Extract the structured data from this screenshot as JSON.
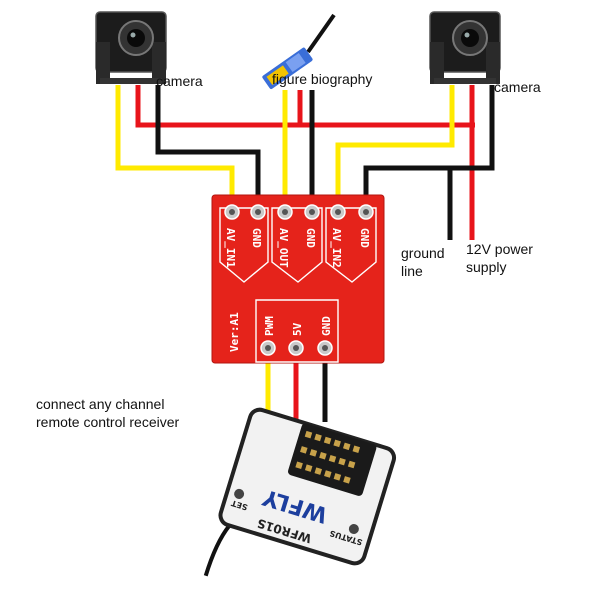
{
  "labels": {
    "camera_left": "camera",
    "camera_right": "camera",
    "transmitter": "figure biography",
    "ground": [
      "ground",
      "line"
    ],
    "power": [
      "12V power",
      "supply"
    ],
    "receiver_note": [
      "connect any channel",
      "remote control receiver"
    ]
  },
  "board": {
    "pins_top": [
      "AV_IN1",
      "GND",
      "AV_OUT",
      "GND",
      "AV_IN2",
      "GND"
    ],
    "pins_bottom": [
      "PWM",
      "5V",
      "GND"
    ],
    "version": "Ver:A1"
  },
  "receiver": {
    "brand": "WFLY",
    "model": "WFR01S",
    "tags": [
      "SET",
      "STATUS"
    ]
  },
  "colors": {
    "wire_yellow": "#ffea00",
    "wire_red": "#e8141b",
    "wire_black": "#111111",
    "board": "#e5231b"
  }
}
